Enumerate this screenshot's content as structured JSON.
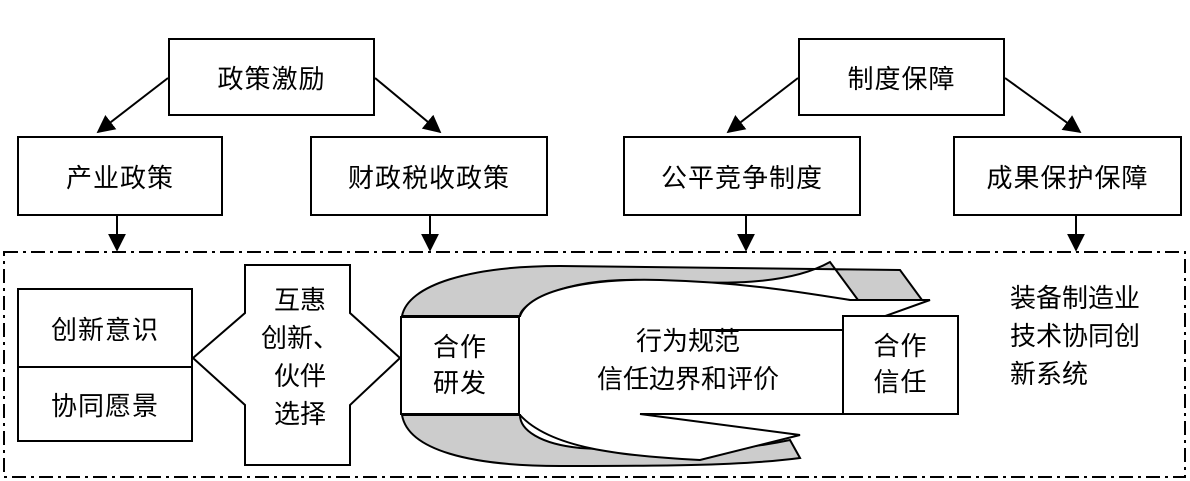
{
  "top_left": {
    "root": "政策激励",
    "child_1": "产业政策",
    "child_2": "财政税收政策"
  },
  "top_right": {
    "root": "制度保障",
    "child_1": "公平竞争制度",
    "child_2": "成果保护保障"
  },
  "system": {
    "label": "装备制造业技术协同创新系统",
    "left_top": "创新意识",
    "left_bottom": "协同愿景",
    "middle_arrow": "互惠\n创新、\n伙伴\n选择",
    "coop_rd": "合作\n研发",
    "center_text": "行为规范\n信任边界和评价",
    "coop_trust": "合作\n信任"
  }
}
